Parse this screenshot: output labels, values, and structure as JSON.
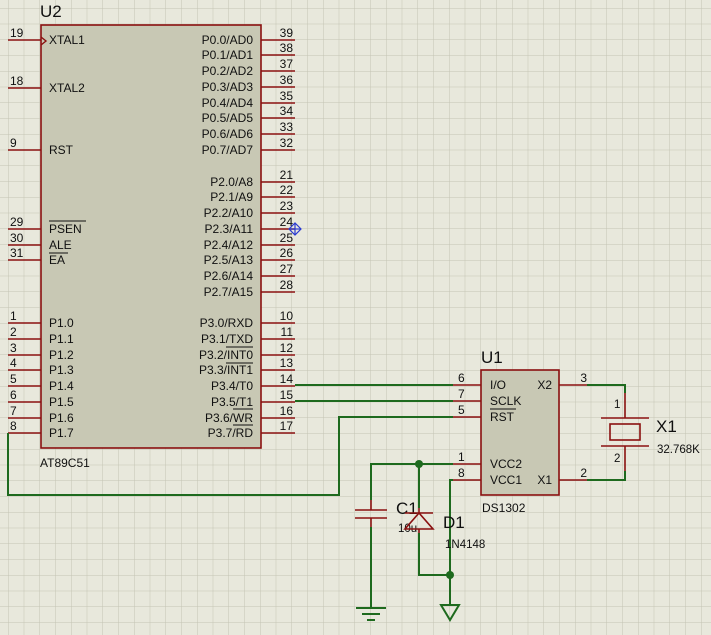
{
  "u2": {
    "ref": "U2",
    "part": "AT89C51",
    "left_pins": [
      {
        "num": "19",
        "label": "XTAL1"
      },
      {
        "num": "18",
        "label": "XTAL2"
      },
      {
        "num": "9",
        "label": "RST"
      },
      {
        "num": "29",
        "label": "PSEN"
      },
      {
        "num": "30",
        "label": "ALE"
      },
      {
        "num": "31",
        "label": "EA"
      },
      {
        "num": "1",
        "label": "P1.0"
      },
      {
        "num": "2",
        "label": "P1.1"
      },
      {
        "num": "3",
        "label": "P1.2"
      },
      {
        "num": "4",
        "label": "P1.3"
      },
      {
        "num": "5",
        "label": "P1.4"
      },
      {
        "num": "6",
        "label": "P1.5"
      },
      {
        "num": "7",
        "label": "P1.6"
      },
      {
        "num": "8",
        "label": "P1.7"
      }
    ],
    "right_pins": [
      {
        "num": "39",
        "label": "P0.0/AD0"
      },
      {
        "num": "38",
        "label": "P0.1/AD1"
      },
      {
        "num": "37",
        "label": "P0.2/AD2"
      },
      {
        "num": "36",
        "label": "P0.3/AD3"
      },
      {
        "num": "35",
        "label": "P0.4/AD4"
      },
      {
        "num": "34",
        "label": "P0.5/AD5"
      },
      {
        "num": "33",
        "label": "P0.6/AD6"
      },
      {
        "num": "32",
        "label": "P0.7/AD7"
      },
      {
        "num": "21",
        "label": "P2.0/A8"
      },
      {
        "num": "22",
        "label": "P2.1/A9"
      },
      {
        "num": "23",
        "label": "P2.2/A10"
      },
      {
        "num": "24",
        "label": "P2.3/A11"
      },
      {
        "num": "25",
        "label": "P2.4/A12"
      },
      {
        "num": "26",
        "label": "P2.5/A13"
      },
      {
        "num": "27",
        "label": "P2.6/A14"
      },
      {
        "num": "28",
        "label": "P2.7/A15"
      },
      {
        "num": "10",
        "label": "P3.0/RXD"
      },
      {
        "num": "11",
        "label": "P3.1/TXD"
      },
      {
        "num": "12",
        "label": "P3.2/INT0"
      },
      {
        "num": "13",
        "label": "P3.3/INT1"
      },
      {
        "num": "14",
        "label": "P3.4/T0"
      },
      {
        "num": "15",
        "label": "P3.5/T1"
      },
      {
        "num": "16",
        "label": "P3.6/WR"
      },
      {
        "num": "17",
        "label": "P3.7/RD"
      }
    ]
  },
  "u1": {
    "ref": "U1",
    "part": "DS1302",
    "left_pins": [
      {
        "num": "6",
        "label": "I/O"
      },
      {
        "num": "7",
        "label": "SCLK"
      },
      {
        "num": "5",
        "label": "RST"
      },
      {
        "num": "1",
        "label": "VCC2"
      },
      {
        "num": "8",
        "label": "VCC1"
      }
    ],
    "right_pins": [
      {
        "num": "3",
        "label": "X2"
      },
      {
        "num": "2",
        "label": "X1"
      }
    ]
  },
  "x1": {
    "ref": "X1",
    "value": "32.768K",
    "pin_top": "1",
    "pin_bottom": "2"
  },
  "c1": {
    "ref": "C1",
    "value": "10u"
  },
  "d1": {
    "ref": "D1",
    "value": "1N4148"
  }
}
